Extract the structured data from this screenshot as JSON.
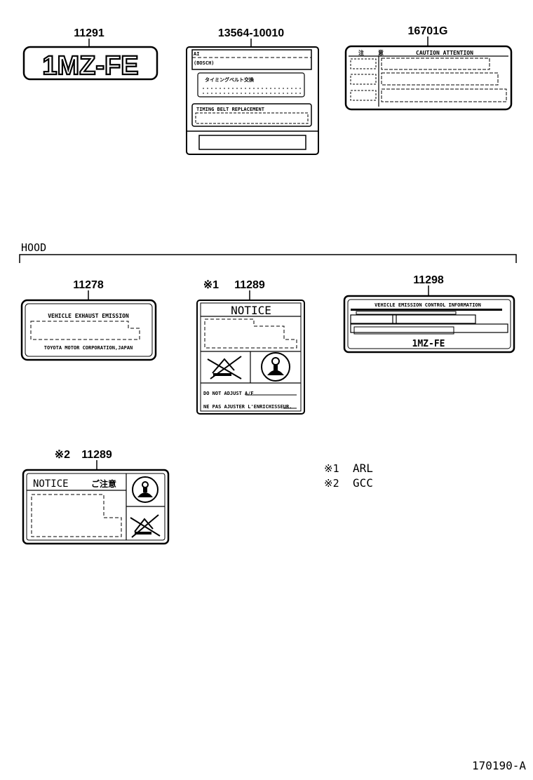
{
  "parts": {
    "p11291": {
      "number": "11291",
      "label_text": "1MZ-FE"
    },
    "p13564": {
      "number": "13564-10010",
      "line1": "AI",
      "line2": "(BOSCH)",
      "line3": "タイミングベルト交換",
      "line4": "TIMING BELT REPLACEMENT"
    },
    "p16701": {
      "number": "16701G",
      "col1": "注",
      "col2": "意",
      "heading": "CAUTION ATTENTION"
    },
    "p11278": {
      "number": "11278",
      "heading": "VEHICLE EXHAUST EMISSION",
      "footer": "TOYOTA MOTOR CORPORATION,JAPAN"
    },
    "p11289_arl": {
      "number": "11289",
      "marker": "※1",
      "heading": "NOTICE",
      "line1": "DO NOT ADJUST A/F",
      "line2": "NE PAS AJUSTER L'ENRICHISSEUR."
    },
    "p11298": {
      "number": "11298",
      "heading": "VEHICLE EMISSION CONTROL INFORMATION",
      "footer": "1MZ-FE"
    },
    "p11289_gcc": {
      "number": "11289",
      "marker": "※2",
      "heading": "NOTICE",
      "heading_jp": "ご注意"
    }
  },
  "section": {
    "hood_label": "HOOD"
  },
  "legend": [
    {
      "marker": "※1",
      "text": "ARL"
    },
    {
      "marker": "※2",
      "text": "GCC"
    }
  ],
  "figure_id": "170190-A"
}
